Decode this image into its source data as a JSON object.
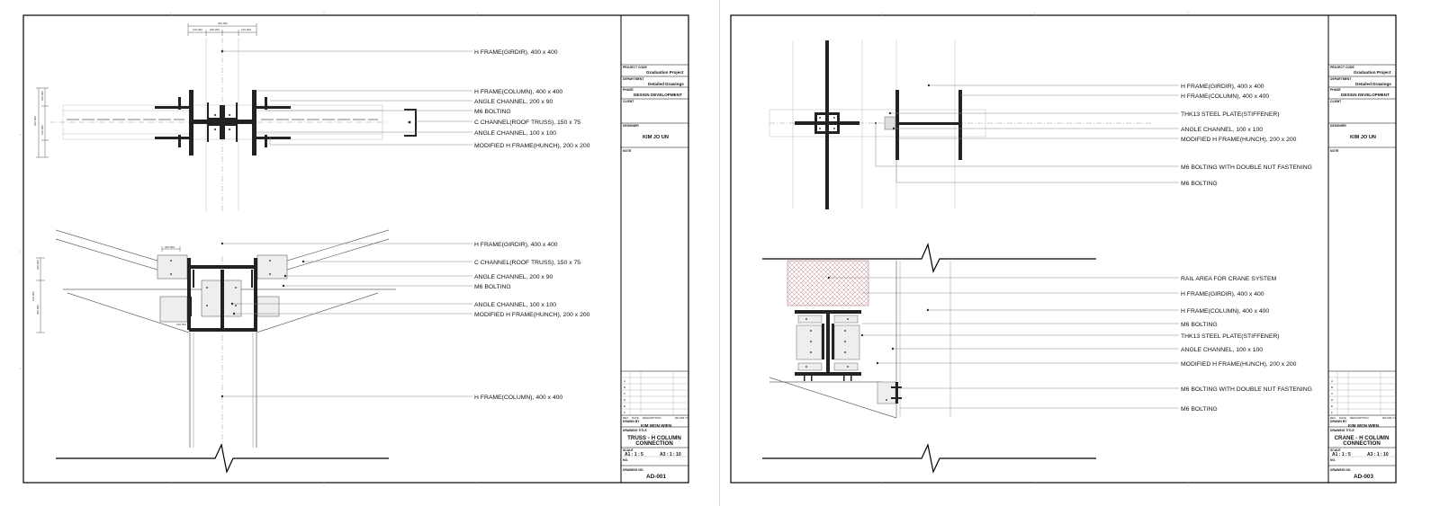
{
  "sheets": [
    {
      "id": "left",
      "labels": [
        "H FRAME(GIRDIR), 400 x 400",
        "H FRAME(COLUMN), 400 x 400",
        "ANGLE CHANNEL, 200 x 90",
        "M6 BOLTING",
        "C CHANNEL(ROOF TRUSS), 150 x 75",
        "ANGLE CHANNEL, 100 x 100",
        "MODIFIED H FRAME(HUNCH), 200 x 200",
        "H FRAME(GIRDIR), 400 x 400",
        "C CHANNEL(ROOF TRUSS), 150 x 75",
        "ANGLE CHANNEL, 200 x 90",
        "M6 BOLTING",
        "ANGLE CHANNEL, 100 x 100",
        "MODIFIED H FRAME(HUNCH), 200 x 200",
        "H FRAME(COLUMN), 400 x 400"
      ],
      "title_block": {
        "project_code_label": "PROJECT CODE",
        "project_code": "Graduation Project",
        "department_label": "DEPARTMENT",
        "department": "Detailed Drawings",
        "phase_label": "PHASE",
        "phase": "DESIGN DEVELOPMENT",
        "client_label": "CLIENT",
        "designer_label": "DESIGNER",
        "designer": "KIM JO UN",
        "note_label": "NOTE",
        "revisions": [
          "A",
          "B",
          "C",
          "D",
          "E",
          "F"
        ],
        "rev_headers": [
          "REV.",
          "DATE",
          "DESCRIPTION",
          "DD.MM.YY"
        ],
        "drawn_by_label": "DRAWN BY",
        "drawn_by": "KIM WON WIEN",
        "drawing_title_label": "DRAWING TITLE",
        "drawing_title": [
          "TRUSS - H COLUMN",
          "CONNECTION"
        ],
        "scale_label": "SCALE",
        "scale_a1": "A1 : 1 : 5",
        "scale_a3": "A3 : 1 : 10",
        "no_label": "NO.",
        "drawing_no_label": "DRAWING NO.",
        "drawing_no": "AD-001"
      }
    },
    {
      "id": "right",
      "labels": [
        "H FRAME(GIRDIR), 400 x 400",
        "H FRAME(COLUMN), 400 x 400",
        "THK13 STEEL PLATE(STIFFENER)",
        "ANGLE CHANNEL, 100 x 100",
        "MODIFIED H FRAME(HUNCH), 200 x 200",
        "M6 BOLTING WITH DOUBLE NUT FASTENING",
        "M6 BOLTING",
        "RAIL AREA FOR CRANE SYSTEM",
        "H FRAME(GIRDIR), 400 x 400",
        "H FRAME(COLUMN), 400 x 400",
        "M6 BOLTING",
        "THK13 STEEL PLATE(STIFFENER)",
        "ANGLE CHANNEL, 100 x 100",
        "MODIFIED H FRAME(HUNCH), 200 x 200",
        "M6 BOLTING WITH DOUBLE NUT FASTENING",
        "M6 BOLTING"
      ],
      "title_block": {
        "project_code_label": "PROJECT CODE",
        "project_code": "Graduation Project",
        "department_label": "DEPARTMENT",
        "department": "Detailed Drawings",
        "phase_label": "PHASE",
        "phase": "DESIGN DEVELOPMENT",
        "client_label": "CLIENT",
        "designer_label": "DESIGNER",
        "designer": "KIM JO UN",
        "note_label": "NOTE",
        "revisions": [
          "A",
          "B",
          "C",
          "D",
          "E",
          "F"
        ],
        "rev_headers": [
          "REV.",
          "DATE",
          "DESCRIPTION",
          "DD.MM.YY"
        ],
        "drawn_by_label": "DRAWN BY",
        "drawn_by": "KIM WON WIEN",
        "drawing_title_label": "DRAWING TITLE",
        "drawing_title": [
          "CRANE - H COLUMN",
          "CONNECTION"
        ],
        "scale_label": "SCALE",
        "scale_a1": "A1 : 1 : 5",
        "scale_a3": "A3 : 1 : 10",
        "no_label": "NO.",
        "drawing_no_label": "DRAWING NO.",
        "drawing_no": "AD-003"
      }
    }
  ],
  "dimensions_left": [
    "400.000",
    "100.000",
    "200.000",
    "100.000",
    "200.000",
    "200.000",
    "150.000",
    "400.000",
    "200.000",
    "100.000",
    "200.000",
    "100.000"
  ]
}
